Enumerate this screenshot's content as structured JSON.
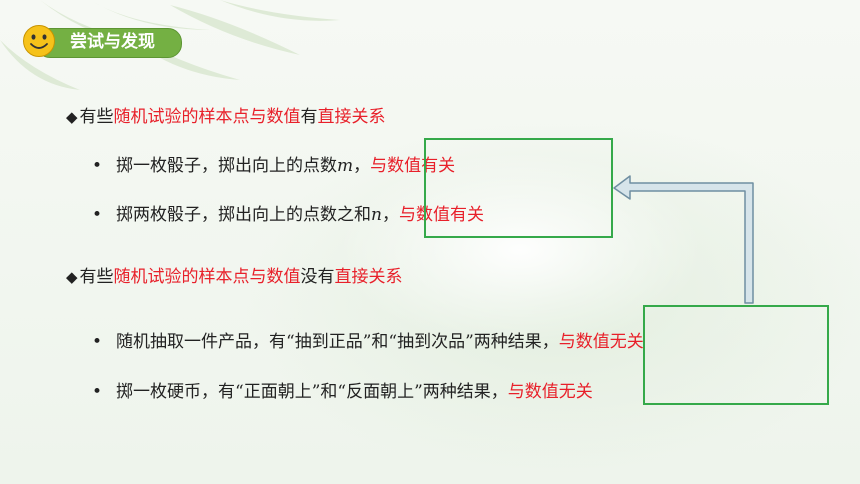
{
  "header": {
    "badge_label": "尝试与发现"
  },
  "section1": {
    "prefix": "有些",
    "highlight": "随机试验的样本点与数值",
    "mid": "有",
    "tail": "直接关系",
    "items": [
      {
        "text": "掷一枚骰子，掷出向上的点数",
        "var": "m",
        "sep": "，",
        "result": "与数值有关"
      },
      {
        "text": "掷两枚骰子，掷出向上的点数之和",
        "var": "n",
        "sep": "，",
        "result": "与数值有关"
      }
    ]
  },
  "section2": {
    "prefix": "有些",
    "highlight": "随机试验的样本点与数值",
    "mid": "没有",
    "tail": "直接关系",
    "items": [
      {
        "text": "随机抽取一件产品，有“抽到正品”和“抽到次品”两种结果，",
        "result": "与数值无关"
      },
      {
        "text": "掷一枚硬币，有“正面朝上”和“反面朝上”两种结果，",
        "result": "与数值无关"
      }
    ]
  },
  "colors": {
    "accent_red": "#e8202a",
    "box_green": "#35a94a",
    "badge_green": "#74b043",
    "arrow_fill": "#d6e4ea"
  }
}
